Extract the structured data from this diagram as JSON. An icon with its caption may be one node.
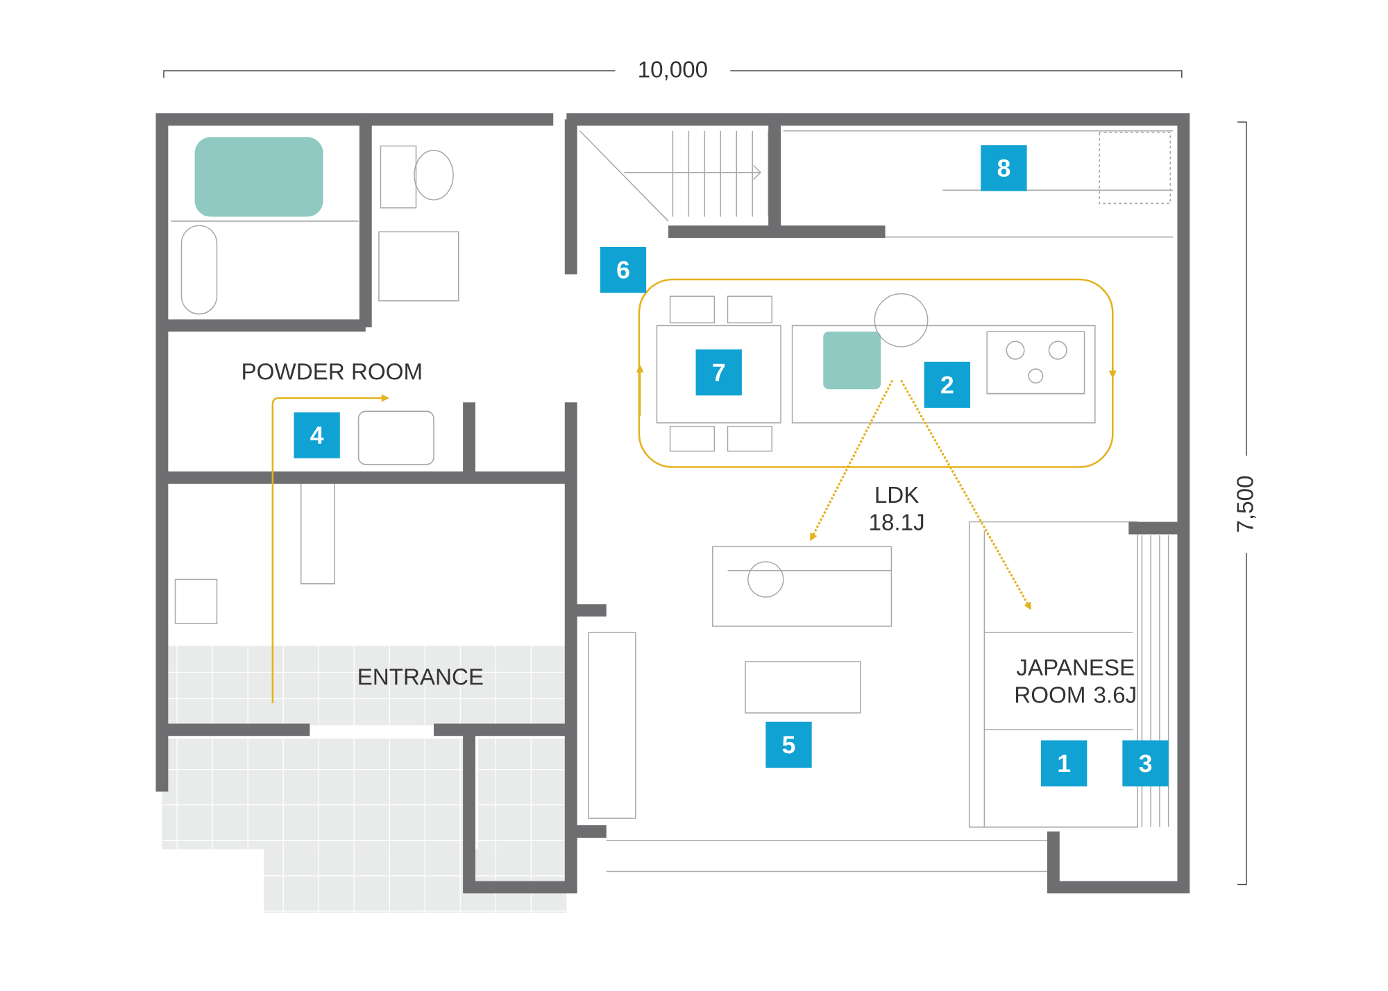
{
  "diagram": {
    "nodes": [
      {
        "text": [
          "8"
        ]
      },
      {
        "text": [
          "6"
        ]
      },
      {
        "text": [
          "7"
        ]
      },
      {
        "text": [
          "2"
        ]
      },
      {
        "text": [
          "4"
        ]
      },
      {
        "text": [
          "5"
        ]
      },
      {
        "text": [
          "1"
        ]
      },
      {
        "text": [
          "3"
        ]
      }
    ],
    "labels": [
      "10,000",
      "7,500",
      "POWDER ROOM",
      "LDK 18.1J",
      "ENTRANCE",
      "JAPANESE ROOM 3.6J"
    ]
  }
}
